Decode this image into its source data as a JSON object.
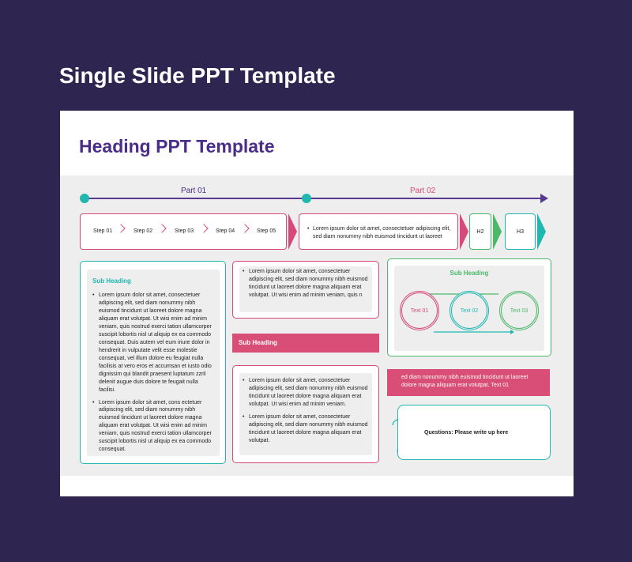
{
  "page_title": "Single Slide PPT Template",
  "slide": {
    "heading": "Heading PPT Template",
    "timeline": {
      "part1": "Part 01",
      "part2": "Part 02"
    },
    "steps": [
      "Step 01",
      "Step 02",
      "Step 03",
      "Step 04",
      "Step 05"
    ],
    "mid_text": "Lorem ipsum dolor sit amet, consectetuer adipiscing elit, sed diam nonummy nibh euismod tincidunt ut laoreet",
    "h2": "H2",
    "h3": "H3",
    "left_card": {
      "heading": "Sub Heading",
      "bullet1": "Lorem ipsum dolor sit amet, consectetuer adipiscing elit, sed diam nonummy nibh euismod tincidunt ut laoreet dolore magna aliquam erat volutpat. Ut wisi enim ad minim veniam, quis nostrud exerci tation ullamcorper suscipit lobortis nisl ut aliquip ex ea commodo consequat. Duis autem vel eum iriure dolor in hendrerit in vulputate velit esse molestie consequat, vel illum dolore eu feugiat nulla facilisis at vero eros et accumsan et iusto odio dignissim qui blandit praesent luptatum zzril delenit augue duis dolore te feugait nulla facilisi.",
      "bullet2": "Lorem ipsum dolor sit amet, cons ectetuer adipiscing elit, sed diam nonummy nibh euismod tincidunt ut laoreet dolore magna aliquam erat volutpat. Ut wisi enim ad minim veniam, quis nostrud exerci tation ullamcorper suscipit lobortis nisl ut aliquip ex ea commodo consequat."
    },
    "center_top_text": "Lorem ipsum dolor sit amet, consectetuer adipiscing elit, sed diam nonummy nibh euismod tincidunt ut laoreet dolore magna aliquam erat volutpat. Ut wisi enim ad minim veniam, quis n",
    "center_subheading": "Sub Heading",
    "center_bottom": {
      "bullet1": "Lorem ipsum dolor sit amet, consectetuer adipiscing elit, sed diam nonummy nibh euismod tincidunt ut laoreet dolore magna aliquam erat volutpat. Ut wisi enim ad minim veniam.",
      "bullet2": "Lorem ipsum dolor sit amet, consectetuer adipiscing elit, sed diam nonummy nibh euismod tincidunt ut laoreet dolore magna aliquam erat volutpat."
    },
    "cycle": {
      "heading": "Sub Heading",
      "text1": "Text 01",
      "text2": "Text 02",
      "text3": "Text 03"
    },
    "pink_note": "ed diam nonummy nibh euismod tincidunt ut laoreet dolore magna aliquam erat volutpat. Text 01",
    "questions": "Questions: Please write up here"
  },
  "colors": {
    "background": "#2e2650",
    "heading": "#4a2c8a",
    "pink": "#d94e77",
    "teal": "#1fb7b0",
    "green": "#4cb86a",
    "purple_line": "#5a3a8e"
  },
  "icons": [
    "chevron-right-icon",
    "question-mark-icon",
    "cycle-arrow-icon"
  ]
}
